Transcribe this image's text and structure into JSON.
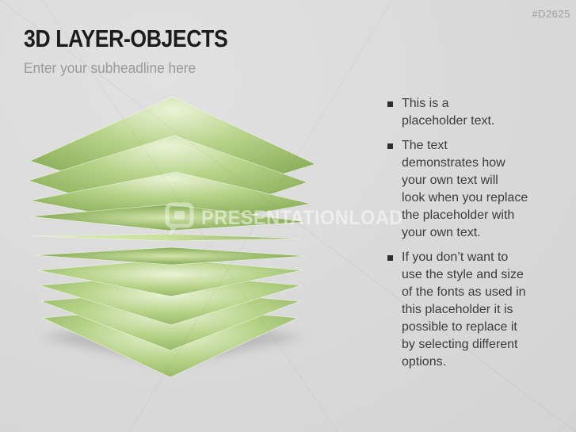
{
  "slide": {
    "id_tag": "#D2625",
    "title": "3D LAYER-OBJECTS",
    "subheadline": "Enter your subheadline here",
    "background_color": "#d9d9d9"
  },
  "content": {
    "bullets": [
      {
        "text": "This is a\nplaceholder text."
      },
      {
        "text": "The text\ndemonstrates how\nyour own text will\nlook when you replace\nthe placeholder with\nyour own text."
      },
      {
        "text": "If you don’t want to\nuse the style and size\nof the fonts as used in\nthis placeholder it is\npossible to replace it\nby selecting different\noptions."
      }
    ]
  },
  "graphic": {
    "type": "3d-layer-stack",
    "top_layer_count": 4,
    "middle_sliver_count": 1,
    "bottom_layer_count": 5,
    "color_light": "#e9f3d6",
    "color_mid": "#b6d287",
    "color_dark": "#7fa148",
    "color_flat_mid": "#8fb25f",
    "shadow_color": "#9b9b9b"
  },
  "watermark": {
    "brand_text": "PRESENTATIONLOAD"
  }
}
